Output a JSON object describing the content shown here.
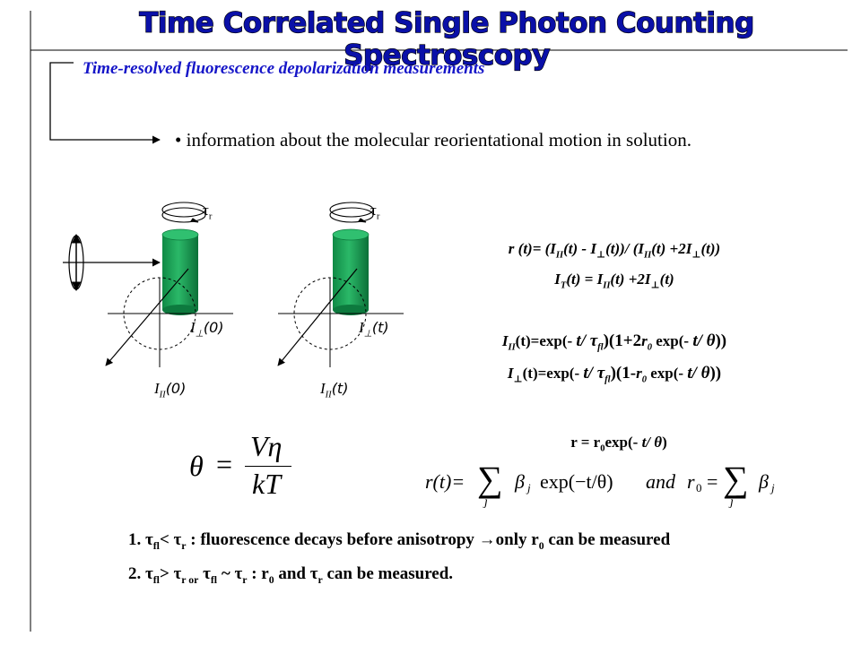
{
  "title": "Time Correlated Single Photon Counting Spectroscopy",
  "subtitle": "Time-resolved fluorescence depolarization measurements",
  "bullet": "information about the molecular reorientational motion in solution.",
  "diagram": {
    "tau_r_label": "τ",
    "tau_r_sub": "r",
    "left_perp_label": "I",
    "left_perp_arg": "(0)",
    "left_par_label": "I",
    "left_par_arg": "(0)",
    "right_perp_arg": "(t)",
    "right_par_arg": "(t)",
    "perp_sub": "⊥",
    "par_sub": "II"
  },
  "equations": {
    "r_t": "r (t)= (I",
    "r_t_2": "(t) - I",
    "r_t_3": "(t))/ (I",
    "r_t_4": "(t) +2I",
    "r_t_5": "(t))",
    "i_t": "I",
    "i_t_sub": "T",
    "i_t_2": "(t) = I",
    "i_t_3": "(t) +2I",
    "i_t_4": "(t)",
    "par_a": "I",
    "par_b": "(t)=exp(- ",
    "par_c": "t/ τ",
    "par_d": "fl",
    "par_e": ")(1+2",
    "par_f": "r",
    "par_g": "0",
    "par_h": " exp(- ",
    "par_i": "t/ θ",
    "par_j": "))",
    "perp_a": "I",
    "perp_b": "(t)=exp(- ",
    "perp_c": "t/ τ",
    "perp_d": "fl",
    "perp_e": ")(1-",
    "perp_f": "r",
    "perp_g": "0",
    "perp_h": " exp(- ",
    "perp_i": "t/ θ",
    "perp_j": "))",
    "r_eq_a": "r = r",
    "r_eq_b": "0",
    "r_eq_c": "exp(- ",
    "r_eq_d": "t/ θ",
    "r_eq_e": ")",
    "theta_lhs": "θ",
    "theta_eq": "=",
    "theta_num": "Vη",
    "theta_den": "kT",
    "sum_lhs": "r(t)=",
    "sum_sigma": "∑",
    "sum_j": "j",
    "sum_beta": "β",
    "sum_exp": "exp(−t/θ)",
    "sum_and": "and",
    "sum_r0": "r",
    "sum_r0_sub": "0",
    "sum_eq": "="
  },
  "conditions": [
    {
      "num": "1.",
      "t1": "τ",
      "s1": "fl",
      "op": "<",
      "t2": "τ",
      "s2": "r",
      "rest": " : fluorescence decays before anisotropy ",
      "arrow": "→",
      "rest2": "only r",
      "s3": "0",
      "rest3": " can be measured"
    },
    {
      "num": "2.",
      "t1": "τ",
      "s1": "fl",
      "op": ">",
      "t2": "τ",
      "s2": "r or",
      "t3": "τ",
      "s3": "fl",
      "op2": "~",
      "t4": "τ",
      "s4": "r",
      "rest": " : r",
      "s5": "0",
      "rest2": " and ",
      "t5": "τ",
      "s6": "r",
      "rest3": " can be measured."
    }
  ],
  "colors": {
    "title_fill": "#0a10a8",
    "subtitle": "#1515c8",
    "cylinder": "#1a9e55",
    "cylinder_dark": "#0d7a3e"
  }
}
